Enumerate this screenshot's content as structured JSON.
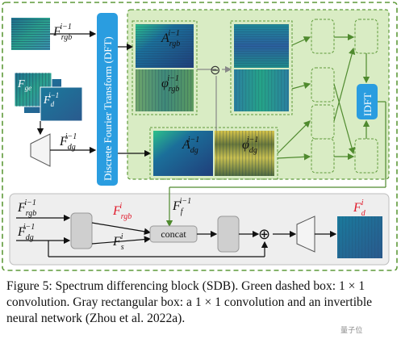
{
  "diagram": {
    "dft_label": "Discrete Fourier Transform (DFT)",
    "idft_label": "IDFT",
    "concat_label": "concat",
    "minus_symbol": "⊖",
    "plus_symbol": "⊕",
    "inputs": {
      "f_rgb": {
        "base": "F",
        "sub": "rgb",
        "sup": "i−1"
      },
      "f_ge": {
        "base": "F",
        "sub": "ge",
        "sup": ""
      },
      "f_d": {
        "base": "F",
        "sub": "d",
        "sup": "i−1"
      },
      "f_dg": {
        "base": "F",
        "sub": "dg",
        "sup": "i−1"
      }
    },
    "spectra": {
      "a_rgb": {
        "base": "A",
        "sub": "rgb",
        "sup": "i−1"
      },
      "phi_rgb": {
        "base": "φ",
        "sub": "rgb",
        "sup": "i−1"
      },
      "a_dg": {
        "base": "A",
        "sub": "dg",
        "sup": "i−1"
      },
      "phi_dg": {
        "base": "φ",
        "sub": "dg",
        "sup": "i−1"
      }
    },
    "bottom": {
      "f_rgb_in": {
        "base": "F",
        "sub": "rgb",
        "sup": "i−1"
      },
      "f_dg_in": {
        "base": "F",
        "sub": "dg",
        "sup": "i−1"
      },
      "f_rgb_out": {
        "base": "F",
        "sub": "rgb",
        "sup": "i"
      },
      "f_s": {
        "base": "F",
        "sub": "s",
        "sup": "i"
      },
      "f_f": {
        "base": "F",
        "sub": "f",
        "sup": "i−1"
      },
      "f_d_out": {
        "base": "F",
        "sub": "d",
        "sup": "i"
      }
    },
    "colors": {
      "green_panel": "#d9ecc4",
      "green_dash": "#5f9a3a",
      "blue_box": "#2a9de0",
      "gray_box": "#cfcfcf",
      "red_label": "#e0192a"
    }
  },
  "caption": {
    "text": "Figure 5: Spectrum differencing block (SDB). Green dashed box: 1 × 1 convolution. Gray rectangular box: a 1 × 1 convolution and an invertible neural network (Zhou et al. 2022a)."
  },
  "watermark": "量子位"
}
